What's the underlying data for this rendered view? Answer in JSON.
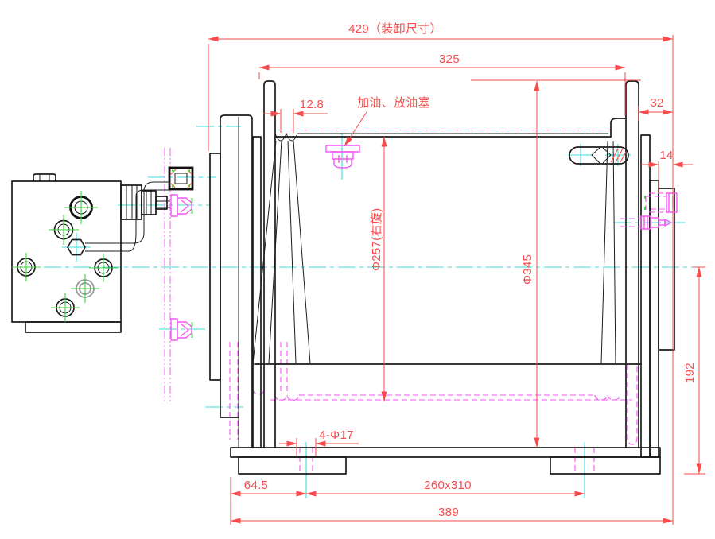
{
  "drawing": {
    "type": "engineering-cad-side-view-hydraulic-winch",
    "labels": {
      "dim_429": "429（装卸尺寸）",
      "dim_325": "325",
      "dim_12_8": "12.8",
      "oil_plug_note": "加油、放油塞",
      "dim_32": "32",
      "dim_14": "14",
      "dia_257": "Φ257(右旋)",
      "dia_345": "Φ345",
      "dim_192": "192",
      "holes_note": "4-Φ17",
      "dim_64_5": "64.5",
      "dim_260x310": "260x310",
      "dim_389": "389"
    },
    "colors": {
      "outline": "#1c1c1c",
      "dimension": "#f94b4b",
      "hidden_line": "#f557f5",
      "centerline": "#3fdcdc",
      "bolt_axis": "#3bd43b",
      "background": "#ffffff"
    }
  }
}
